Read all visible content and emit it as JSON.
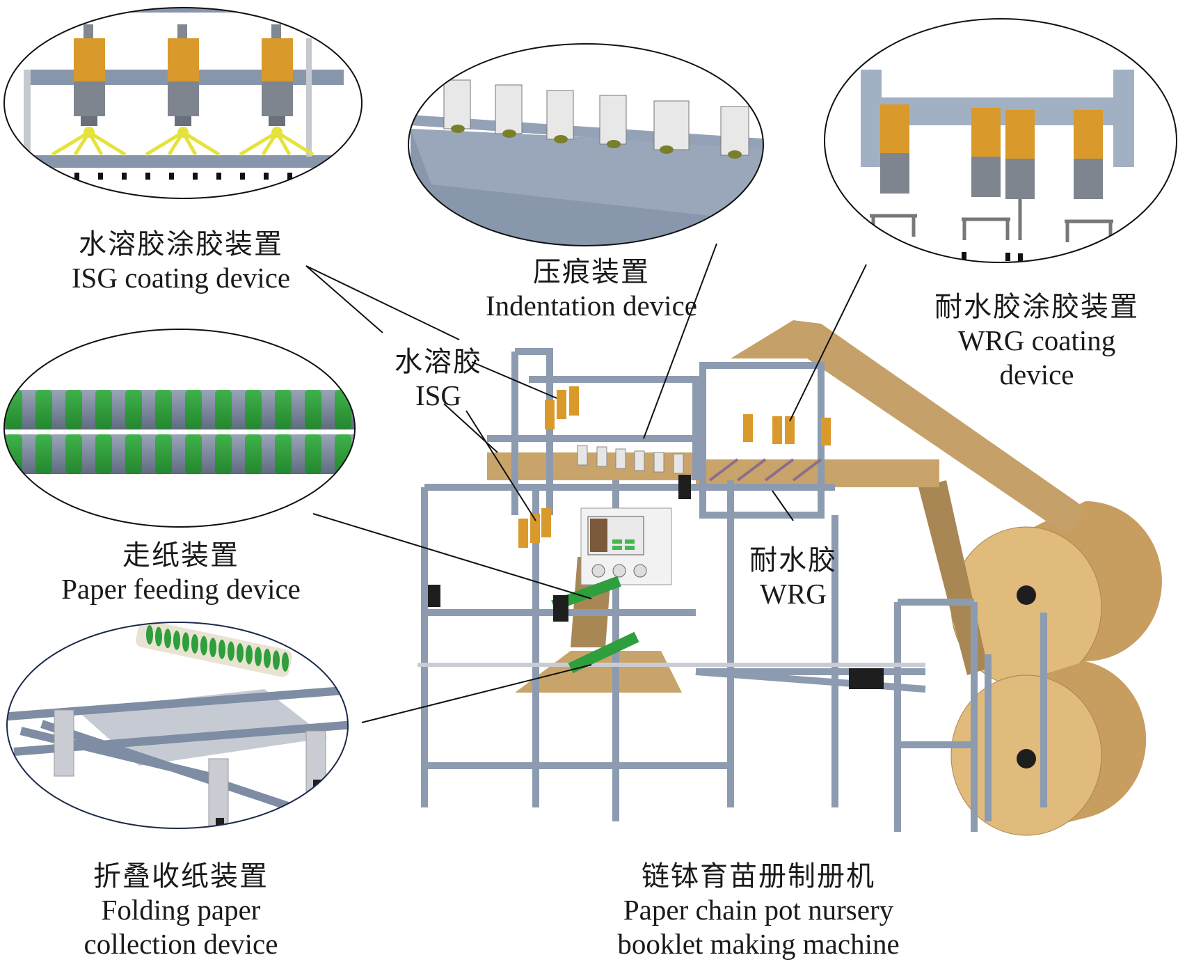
{
  "figure": {
    "main_title": {
      "zh": "链钵育苗册制册机",
      "en_line1": "Paper chain pot nursery",
      "en_line2": "booklet making machine"
    },
    "callouts": [
      {
        "id": "isg-coating",
        "zh": "水溶胶涂胶装置",
        "en": "ISG coating device"
      },
      {
        "id": "indentation",
        "zh": "压痕装置",
        "en": "Indentation device"
      },
      {
        "id": "wrg-coating",
        "zh": "耐水胶涂胶装置",
        "en_line1": "WRG coating",
        "en_line2": "device"
      },
      {
        "id": "paper-feeding",
        "zh": "走纸装置",
        "en": "Paper feeding device"
      },
      {
        "id": "folding",
        "zh": "折叠收纸装置",
        "en_line1": "Folding paper",
        "en_line2": "collection device"
      }
    ],
    "inline_labels": [
      {
        "id": "isg",
        "zh": "水溶胶",
        "en": "ISG"
      },
      {
        "id": "wrg",
        "zh": "耐水胶",
        "en": "WRG"
      }
    ],
    "colors": {
      "frame": "#8d9bb0",
      "frame_dark": "#66758c",
      "paper": "#c9a46a",
      "paper_light": "#e2bf80",
      "glue_gun": "#d99a2b",
      "roller_green": "#2f9e3c",
      "nozzle_yellow": "#e5e23c",
      "motor": "#1e1e1e"
    }
  }
}
